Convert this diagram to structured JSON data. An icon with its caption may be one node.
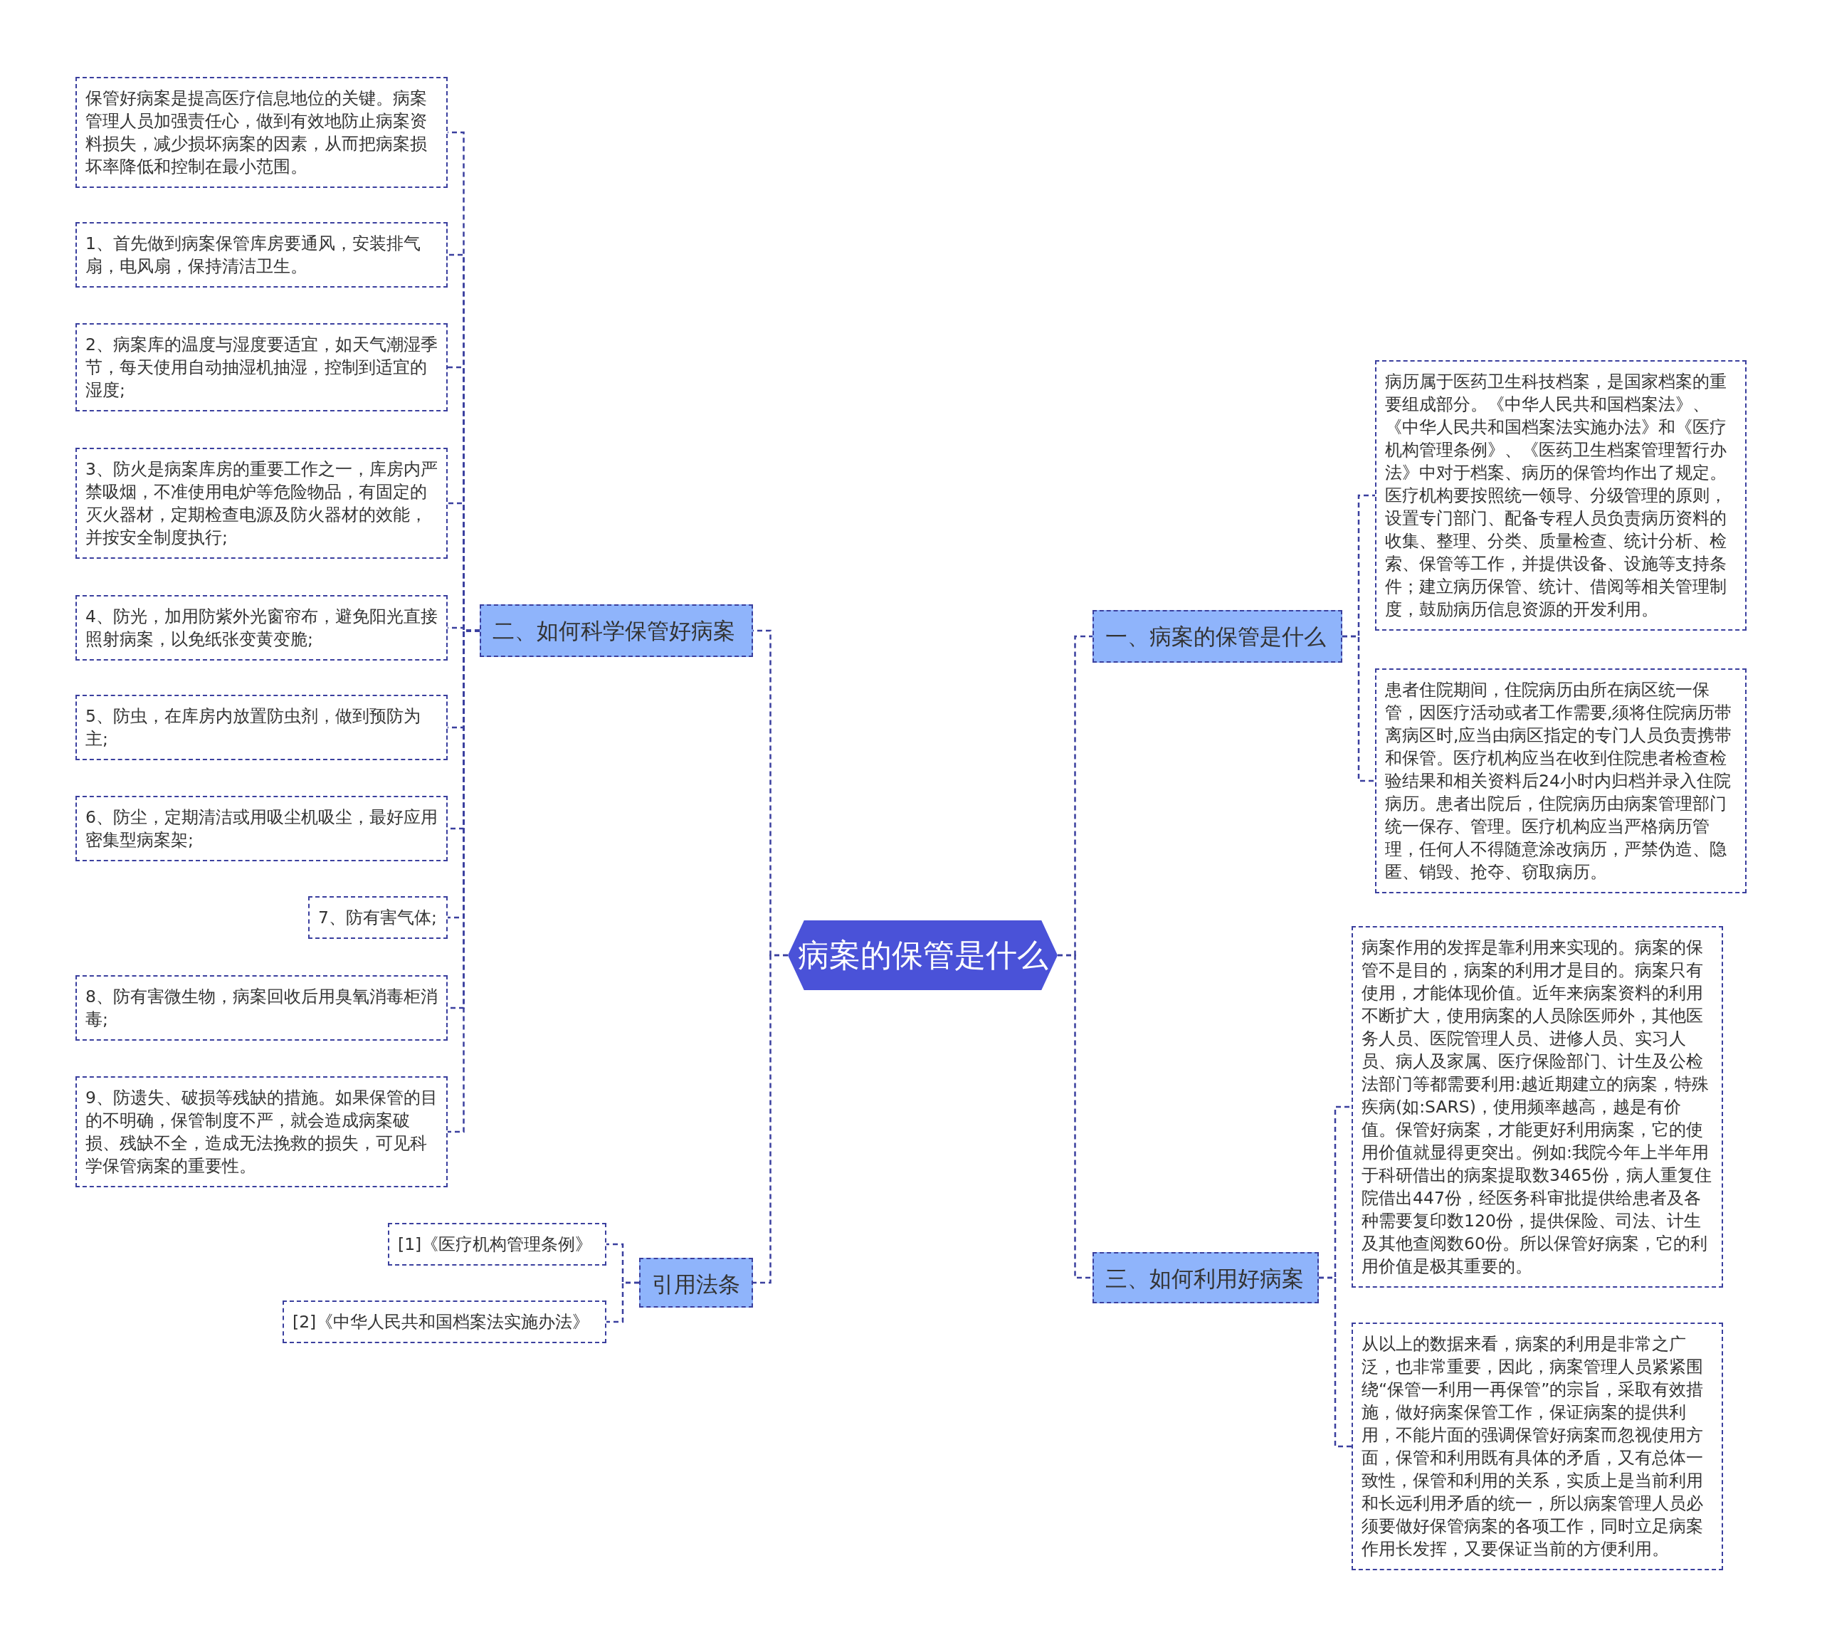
{
  "diagram": {
    "nodes": [
      {
        "text": [
          "病案的保管是什么"
        ]
      },
      {
        "text": [
          "一、病案的保管是什么"
        ]
      },
      {
        "text": [
          "病历属于医药卫生科技档案，是国家档案的重要组成部分。《中华人民共和国档案法》、《中华人民共和国档案法实施办法》和《医疗机构管理条例》、《医药卫生档案管理暂行办法》中对于档案、病历的保管均作出了规定。医疗机构要按照统一领导、分级管理的原则，设置专门部门、配备专程人员负责病历资料的收集、整理、分类、质量检查、统计分析、检索、保管等工作，并提供设备、设施等支持条件；建立病历保管、统计、借阅等相关管理制度，鼓励病历信息资源的开发利用。"
        ]
      },
      {
        "text": [
          "患者住院期间，住院病历由所在病区统一保管，因医疗活动或者工作需要,须将住院病历带离病区时,应当由病区指定的专门人员负责携带和保管。医疗机构应当在收到住院患者检查检验结果和相关资料后24小时内归档并录入住院病历。患者出院后，住院病历由病案管理部门统一保存、管理。医疗机构应当严格病历管理，任何人不得随意涂改病历，严禁伪造、隐匿、销毁、抢夺、窃取病历。"
        ]
      },
      {
        "text": [
          "二、如何科学保管好病案"
        ]
      },
      {
        "text": [
          "保管好病案是提高医疗信息地位的关键。病案管理人员加强责任心，做到有效地防止病案资料损失，减少损坏病案的因素，从而把病案损坏率降低和控制在最小范围。"
        ]
      },
      {
        "text": [
          "1、首先做到病案保管库房要通风，安装排气扇，电风扇，保持清洁卫生。"
        ]
      },
      {
        "text": [
          "2、病案库的温度与湿度要适宜，如天气潮湿季节，每天使用自动抽湿机抽湿，控制到适宜的湿度;"
        ]
      },
      {
        "text": [
          "3、防火是病案库房的重要工作之一，库房内严禁吸烟，不准使用电炉等危险物品，有固定的灭火器材，定期检查电源及防火器材的效能，并按安全制度执行;"
        ]
      },
      {
        "text": [
          "4、防光，加用防紫外光窗帘布，避免阳光直接照射病案，以免纸张变黄变脆;"
        ]
      },
      {
        "text": [
          "5、防虫，在库房内放置防虫剂，做到预防为主;"
        ]
      },
      {
        "text": [
          "6、防尘，定期清洁或用吸尘机吸尘，最好应用密集型病案架;"
        ]
      },
      {
        "text": [
          "7、防有害气体;"
        ]
      },
      {
        "text": [
          "8、防有害微生物，病案回收后用臭氧消毒柜消毒;"
        ]
      },
      {
        "text": [
          "9、防遗失、破损等残缺的措施。如果保管的目的不明确，保管制度不严，就会造成病案破损、残缺不全，造成无法挽救的损失，可见科学保管病案的重要性。"
        ]
      },
      {
        "text": [
          "三、如何利用好病案"
        ]
      },
      {
        "text": [
          "病案作用的发挥是靠利用来实现的。病案的保管不是目的，病案的利用才是目的。病案只有使用，才能体现价值。近年来病案资料的利用不断扩大，使用病案的人员除医师外，其他医务人员、医院管理人员、进修人员、实习人员、病人及家属、医疗保险部门、计生及公检法部门等都需要利用:越近期建立的病案，特殊疾病(如:SARS)，使用频率越高，越是有价值。保管好病案，才能更好利用病案，它的使用价值就显得更突出。例如:我院今年上半年用于科研借出的病案提取数3465份，病人重复住院借出447份，经医务科审批提供给患者及各种需要复印数120份，提供保险、司法、计生及其他查阅数60份。所以保管好病案，它的利用价值是极其重要的。"
        ]
      },
      {
        "text": [
          "从以上的数据来看，病案的利用是非常之广泛，也非常重要，因此，病案管理人员紧紧围绕“保管一利用一再保管”的宗旨，采取有效措施，做好病案保管工作，保证病案的提供利用，不能片面的强调保管好病案而忽视使用方面，保管和利用既有具体的矛盾，又有总体一致性，保管和利用的关系，实质上是当前利用和长远利用矛盾的统一，所以病案管理人员必须要做好保管病案的各项工作，同时立足病案作用长发挥，又要保证当前的方便利用。"
        ]
      },
      {
        "text": [
          "引用法条"
        ]
      },
      {
        "text": [
          "[1]《医疗机构管理条例》"
        ]
      },
      {
        "text": [
          "[2]《中华人民共和国档案法实施办法》"
        ]
      }
    ],
    "edges": [
      {
        "from": 0,
        "to": 1,
        "arrow": "none"
      },
      {
        "from": 1,
        "to": 2,
        "arrow": "none"
      },
      {
        "from": 1,
        "to": 3,
        "arrow": "none"
      },
      {
        "from": 0,
        "to": 4,
        "arrow": "none"
      },
      {
        "from": 4,
        "to": 5,
        "arrow": "none"
      },
      {
        "from": 4,
        "to": 6,
        "arrow": "none"
      },
      {
        "from": 4,
        "to": 7,
        "arrow": "none"
      },
      {
        "from": 4,
        "to": 8,
        "arrow": "none"
      },
      {
        "from": 4,
        "to": 9,
        "arrow": "none"
      },
      {
        "from": 4,
        "to": 10,
        "arrow": "none"
      },
      {
        "from": 4,
        "to": 11,
        "arrow": "none"
      },
      {
        "from": 4,
        "to": 12,
        "arrow": "none"
      },
      {
        "from": 4,
        "to": 13,
        "arrow": "none"
      },
      {
        "from": 4,
        "to": 14,
        "arrow": "none"
      },
      {
        "from": 0,
        "to": 15,
        "arrow": "none"
      },
      {
        "from": 15,
        "to": 16,
        "arrow": "none"
      },
      {
        "from": 15,
        "to": 17,
        "arrow": "none"
      },
      {
        "from": 0,
        "to": 18,
        "arrow": "none"
      },
      {
        "from": 18,
        "to": 19,
        "arrow": "none"
      },
      {
        "from": 18,
        "to": 20,
        "arrow": "none"
      }
    ]
  }
}
